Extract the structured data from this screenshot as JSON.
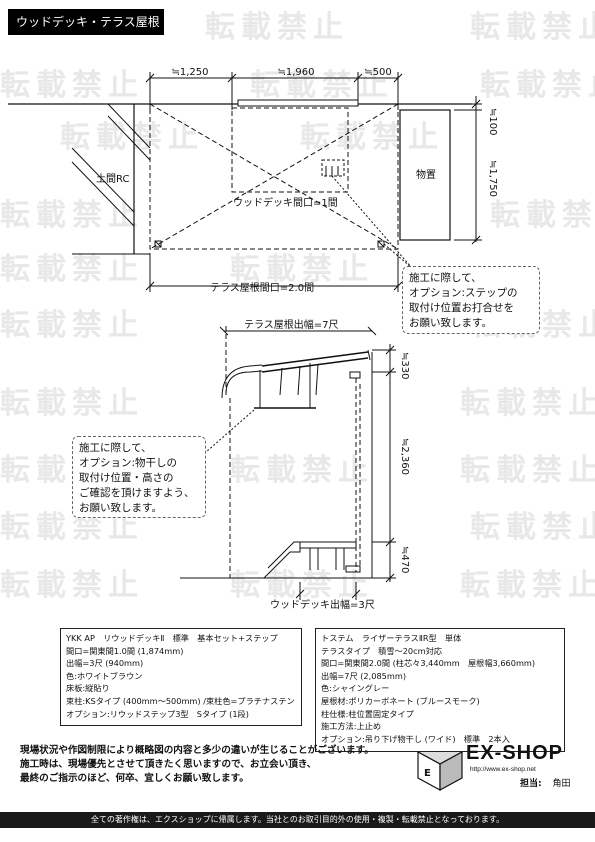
{
  "title": "ウッドデッキ・テラス屋根",
  "watermark": "転載禁止",
  "plan": {
    "dims_top": [
      "≒1,250",
      "≒1,960",
      "≒500"
    ],
    "dim_top_right": "≒100",
    "dim_right": "≒1,750",
    "label_doma": "土間RC",
    "label_monooki": "物置",
    "label_deck_width": "ウッドデッキ間口=1間",
    "label_roof_width": "テラス屋根間口=2.0間"
  },
  "note_step": [
    "施工に際して、",
    "オプション:ステップの",
    "取付け位置お打合せを",
    "お願い致します。"
  ],
  "section": {
    "label_roof_depth": "テラス屋根出幅=7尺",
    "dim_330": "≒330",
    "dim_2360": "≒2,360",
    "dim_470": "≒470",
    "label_deck_depth": "ウッドデッキ出幅=3尺"
  },
  "note_dryer": [
    "施工に際して、",
    "オプション:物干しの",
    "取付け位置・高さの",
    "ご確認を頂けますよう、",
    "お願い致します。"
  ],
  "spec_deck": [
    "YKK AP　リウッドデッキⅡ　標準　基本セット+ステップ",
    "間口=関東間1.0間 (1,874mm)",
    "出幅=3尺 (940mm)",
    "色:ホワイトブラウン",
    "床板:縦貼り",
    "束柱:KSタイプ (400mm〜500mm) /束柱色=プラチナステン",
    "オプション:リウッドステップ3型　Sタイプ (1段)"
  ],
  "spec_roof": [
    "トステム　ライザーテラスⅡR型　単体",
    "テラスタイプ　積雪〜20cm対応",
    "間口=関東間2.0間 (柱芯々3,440mm　屋根幅3,660mm)",
    "出幅=7尺 (2,085mm)",
    "色:シャイングレー",
    "屋根材:ポリカーボネート (ブルースモーク)",
    "柱仕様:柱位置固定タイプ",
    "施工方法:上止め",
    "オプション:吊り下げ物干し (ワイド)　標準　2本入"
  ],
  "disclaimer": [
    "現場状況や作図制限により概略図の内容と多少の違いが生じることがございます。",
    "施工時は、現場優先とさせて頂きたく思いますので、お立会い頂き、",
    "最終のご指示のほど、何卒、宜しくお願い致します。"
  ],
  "logo": {
    "name": "EX-SHOP",
    "url": "http://www.ex-shop.net"
  },
  "staff": {
    "label": "担当:",
    "name": "角田"
  },
  "footer": "全ての著作権は、エクスショップに帰属します。当社とのお取引目的外の使用・複製・転載禁止となっております。"
}
